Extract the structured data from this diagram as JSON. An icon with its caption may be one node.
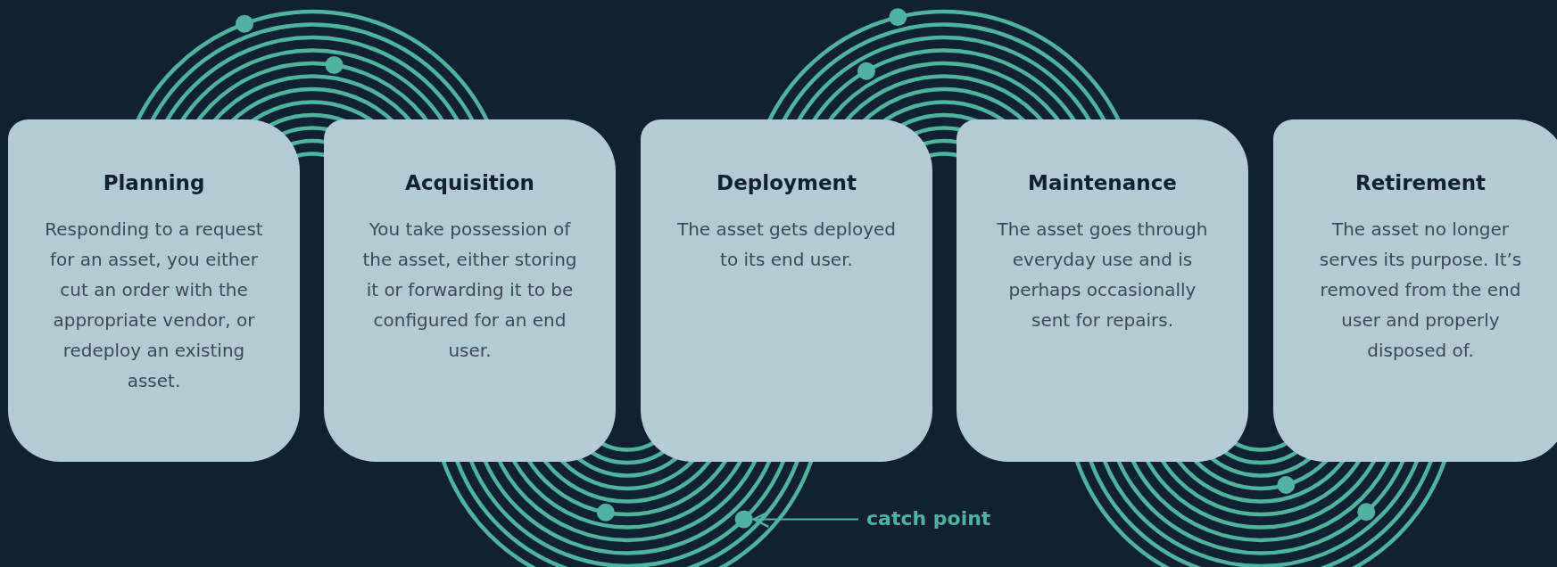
{
  "diagram": {
    "nodes": [
      {
        "text": [
          "Planning",
          "Responding to a request for an asset, you either cut an order with the appropriate vendor, or redeploy an existing asset."
        ]
      },
      {
        "text": [
          "Acquisition",
          "You take possession of the asset, either storing it or forwarding it to be configured for an end user."
        ]
      },
      {
        "text": [
          "Deployment",
          "The asset gets deployed to its end user."
        ]
      },
      {
        "text": [
          "Maintenance",
          "The asset goes through everyday use and is perhaps occasionally sent for repairs."
        ]
      },
      {
        "text": [
          "Retirement",
          "The asset no longer serves its purpose. It’s removed from the end user and properly disposed of."
        ]
      },
      {
        "text": [
          "catch point"
        ]
      },
      {
        "text": [],
        "shape": "circle"
      }
    ],
    "edges": [
      {
        "from": 5,
        "to": 6,
        "arrow": "to"
      }
    ]
  }
}
